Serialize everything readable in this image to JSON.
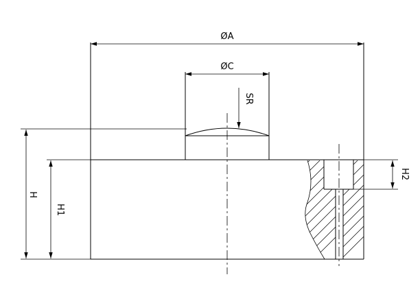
{
  "labels": {
    "dim_a": "ØA",
    "dim_c": "ØC",
    "dim_sr": "SR",
    "dim_h": "H",
    "dim_h1": "H1",
    "dim_h2": "H2"
  }
}
